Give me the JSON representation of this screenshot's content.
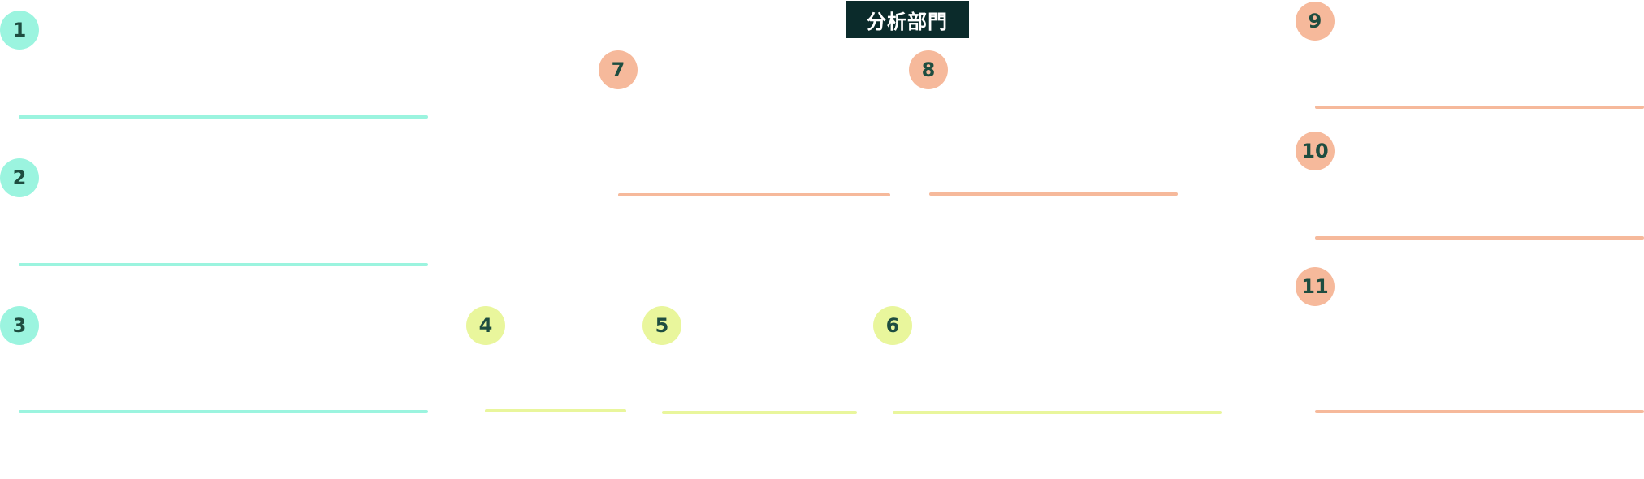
{
  "title": "分析部門",
  "colors": {
    "teal": "#9bf4df",
    "lime": "#e9f69c",
    "salmon": "#f6b99b",
    "title_bg": "#0b2b2b",
    "badge_text": "#1e4d40"
  },
  "items": [
    {
      "number": "1",
      "color": "teal"
    },
    {
      "number": "2",
      "color": "teal"
    },
    {
      "number": "3",
      "color": "teal"
    },
    {
      "number": "4",
      "color": "lime"
    },
    {
      "number": "5",
      "color": "lime"
    },
    {
      "number": "6",
      "color": "lime"
    },
    {
      "number": "7",
      "color": "salmon"
    },
    {
      "number": "8",
      "color": "salmon"
    },
    {
      "number": "9",
      "color": "salmon"
    },
    {
      "number": "10",
      "color": "salmon"
    },
    {
      "number": "11",
      "color": "salmon"
    }
  ]
}
